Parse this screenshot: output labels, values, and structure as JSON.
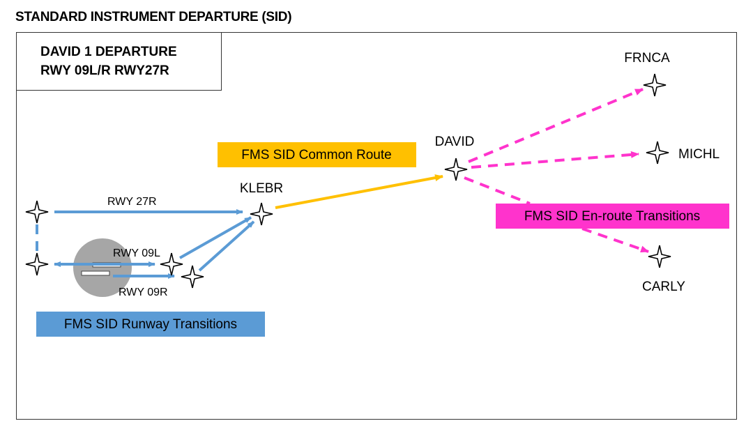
{
  "title": "STANDARD INSTRUMENT DEPARTURE (SID)",
  "procedure": {
    "name": "DAVID 1 DEPARTURE",
    "runways": "RWY 09L/R RWY27R"
  },
  "colors": {
    "runway": "#5b9bd5",
    "common": "#ffc000",
    "enroute": "#ff33cc",
    "airport": "#a6a6a6"
  },
  "waypoints": {
    "klebr": "KLEBR",
    "david": "DAVID",
    "frnca": "FRNCA",
    "michl": "MICHL",
    "carly": "CARLY"
  },
  "runway_labels": {
    "r27r": "RWY 27R",
    "r09l": "RWY 09L",
    "r09r": "RWY 09R"
  },
  "legend": {
    "common_route": "FMS SID Common Route",
    "enroute": "FMS SID En-route Transitions",
    "runway": "FMS SID Runway Transitions"
  }
}
